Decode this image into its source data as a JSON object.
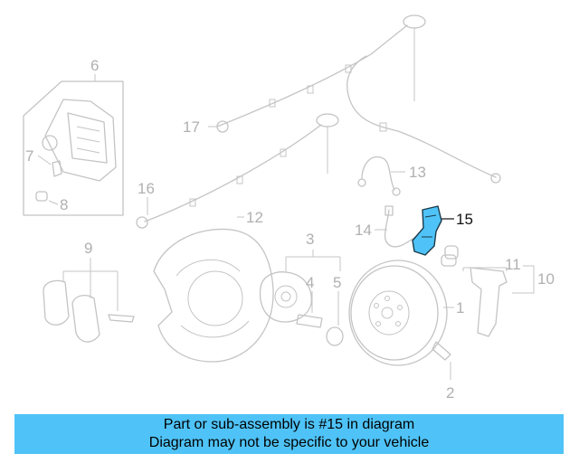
{
  "callouts": {
    "c1": "1",
    "c2": "2",
    "c3": "3",
    "c4": "4",
    "c5": "5",
    "c6": "6",
    "c7": "7",
    "c8": "8",
    "c9": "9",
    "c10": "10",
    "c11": "11",
    "c12": "12",
    "c13": "13",
    "c14": "14",
    "c15": "15",
    "c16": "16",
    "c17": "17"
  },
  "highlight": {
    "part": "15",
    "color": "#4fc3f7"
  },
  "banner": {
    "line1": "Part or sub-assembly is #15 in diagram",
    "line2": "Diagram may not be specific to your vehicle",
    "color": "#4fc3f7"
  }
}
